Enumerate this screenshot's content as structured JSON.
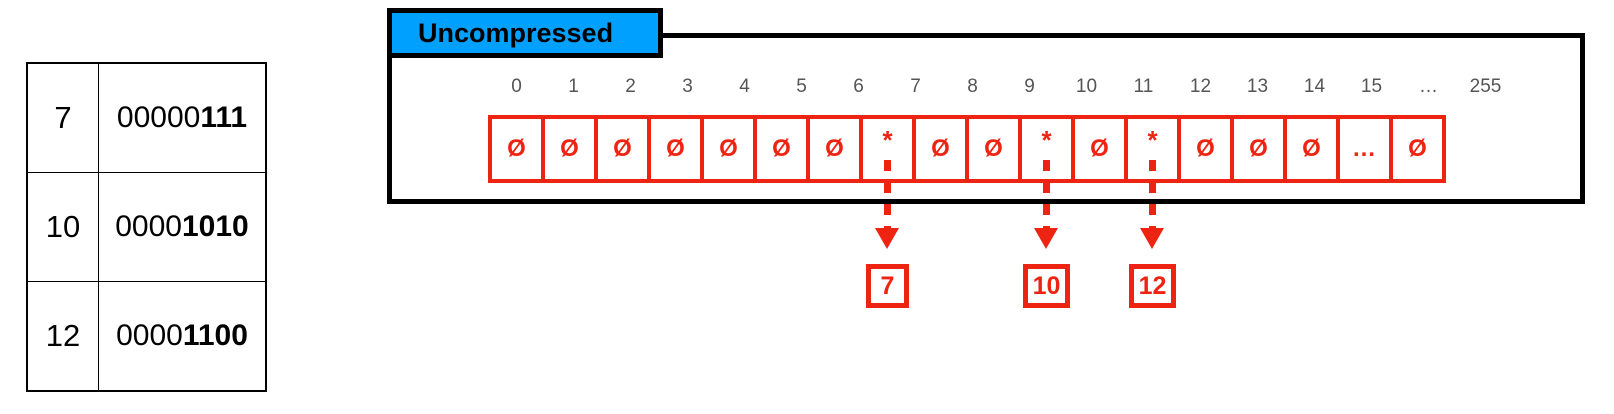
{
  "colors": {
    "accent_red": "#ee2412",
    "badge_blue": "#00a0ff",
    "outline_black": "#000000",
    "index_gray": "#555555"
  },
  "lookup_table": {
    "name": "decimal-to-binary-lookup",
    "rows": [
      {
        "decimal": "7",
        "binary_low": "00000",
        "binary_high": "111"
      },
      {
        "decimal": "10",
        "binary_low": "0000",
        "binary_high": "1010"
      },
      {
        "decimal": "12",
        "binary_low": "0000",
        "binary_high": "1100"
      }
    ]
  },
  "panel": {
    "badge_label": "Uncompressed"
  },
  "array": {
    "indices": [
      "0",
      "1",
      "2",
      "3",
      "4",
      "5",
      "6",
      "7",
      "8",
      "9",
      "10",
      "11",
      "12",
      "13",
      "14",
      "15",
      "…",
      "255"
    ],
    "cells": [
      {
        "index": "0",
        "value": "Ø",
        "kind": "empty"
      },
      {
        "index": "1",
        "value": "Ø",
        "kind": "empty"
      },
      {
        "index": "2",
        "value": "Ø",
        "kind": "empty"
      },
      {
        "index": "3",
        "value": "Ø",
        "kind": "empty"
      },
      {
        "index": "4",
        "value": "Ø",
        "kind": "empty"
      },
      {
        "index": "5",
        "value": "Ø",
        "kind": "empty"
      },
      {
        "index": "6",
        "value": "Ø",
        "kind": "empty"
      },
      {
        "index": "7",
        "value": "*",
        "kind": "marked"
      },
      {
        "index": "8",
        "value": "Ø",
        "kind": "empty"
      },
      {
        "index": "9",
        "value": "Ø",
        "kind": "empty"
      },
      {
        "index": "10",
        "value": "*",
        "kind": "marked"
      },
      {
        "index": "11",
        "value": "Ø",
        "kind": "empty"
      },
      {
        "index": "12",
        "value": "*",
        "kind": "marked"
      },
      {
        "index": "13",
        "value": "Ø",
        "kind": "empty"
      },
      {
        "index": "14",
        "value": "Ø",
        "kind": "empty"
      },
      {
        "index": "15",
        "value": "Ø",
        "kind": "empty"
      },
      {
        "index": "…",
        "value": "…",
        "kind": "ellipsis"
      },
      {
        "index": "255",
        "value": "Ø",
        "kind": "empty"
      }
    ]
  },
  "results": [
    {
      "label": "7",
      "from_index": "7"
    },
    {
      "label": "10",
      "from_index": "10"
    },
    {
      "label": "12",
      "from_index": "12"
    }
  ]
}
